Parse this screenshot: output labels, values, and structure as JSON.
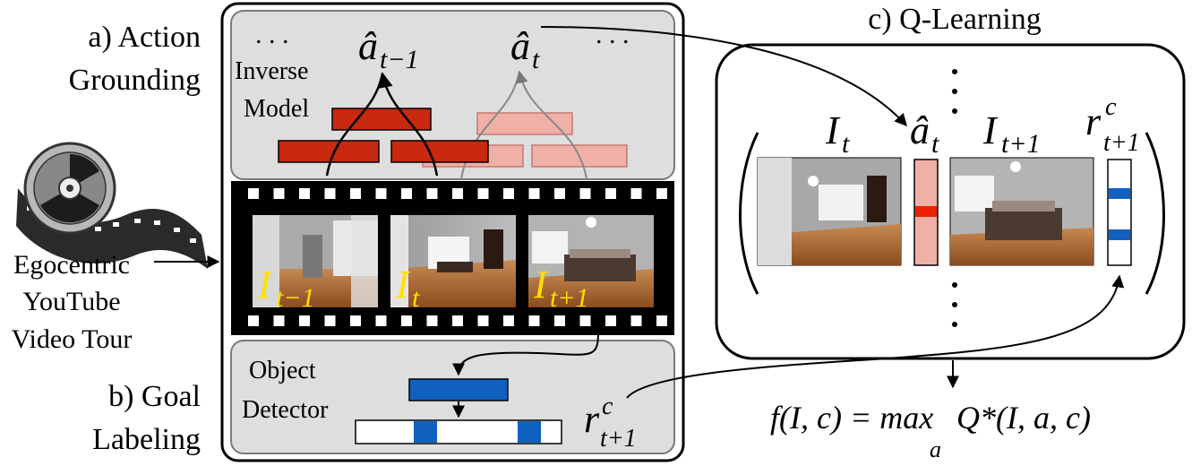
{
  "labels": {
    "action_grounding_1": "a) Action",
    "action_grounding_2": "Grounding",
    "goal_labeling_1": "b) Goal",
    "goal_labeling_2": "Labeling",
    "q_learning": "c) Q-Learning",
    "source_1": "Egocentric",
    "source_2": "YouTube",
    "source_3": "Video Tour",
    "inverse_model_1": "Inverse",
    "inverse_model_2": "Model",
    "object_detector_1": "Object",
    "object_detector_2": "Detector",
    "ellipsis": ". . ."
  },
  "math": {
    "I": "I",
    "t": "t",
    "t_minus_1": "t−1",
    "t_plus_1": "t+1",
    "a_hat": "â",
    "r": "r",
    "c": "c",
    "formula_left": "f(I, c) = max",
    "formula_right": "Q*(I, a, c)",
    "formula_sub": "a"
  },
  "colors": {
    "panel_fill": "#dedede",
    "panel_stroke": "#7a7a7a",
    "block_dark": "#c8290f",
    "block_light": "#f0b0a8",
    "detector": "#1060c0",
    "frame_label": "#ffe000",
    "action_marker": "#ee2200"
  },
  "icons": [
    "film-reel-icon"
  ]
}
